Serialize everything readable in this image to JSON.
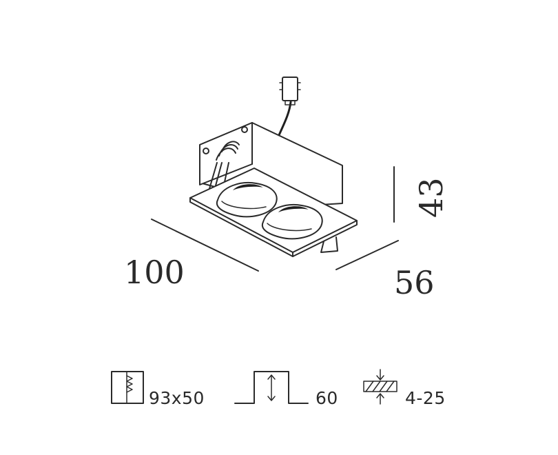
{
  "dimensions": {
    "length": "100",
    "width": "56",
    "height": "43"
  },
  "specs": [
    {
      "icon": "cutout-icon",
      "value": "93x50"
    },
    {
      "icon": "recess-depth-icon",
      "value": "60"
    },
    {
      "icon": "ceiling-thickness-icon",
      "value": "4-25"
    }
  ]
}
